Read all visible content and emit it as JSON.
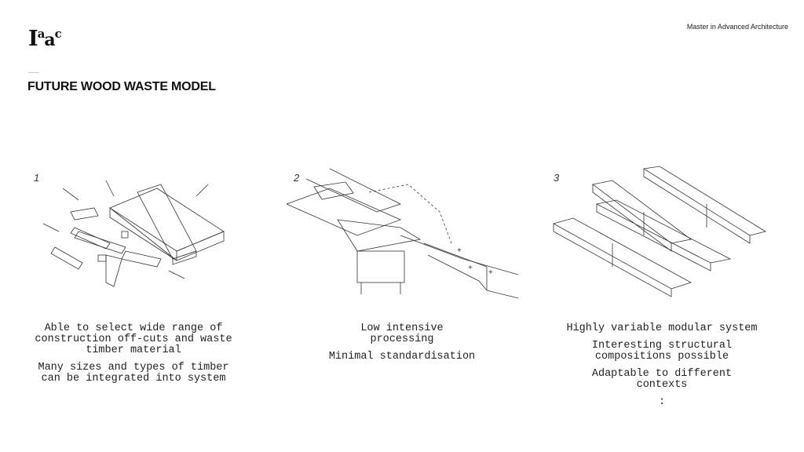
{
  "header": {
    "logo": "Iaac",
    "program": "Master in Advanced Architecture",
    "title": "FUTURE WOOD WASTE MODEL"
  },
  "steps": [
    {
      "number": "1",
      "paragraphs": [
        "Able to select wide range of construction off-cuts and waste timber material",
        "Many sizes and types of timber can be integrated into system"
      ]
    },
    {
      "number": "2",
      "paragraphs": [
        "Low intensive processing",
        "Minimal standardisation"
      ]
    },
    {
      "number": "3",
      "paragraphs": [
        "Highly variable modular system",
        "Interesting structural compositions possible",
        "Adaptable to different contexts",
        ":"
      ]
    }
  ]
}
